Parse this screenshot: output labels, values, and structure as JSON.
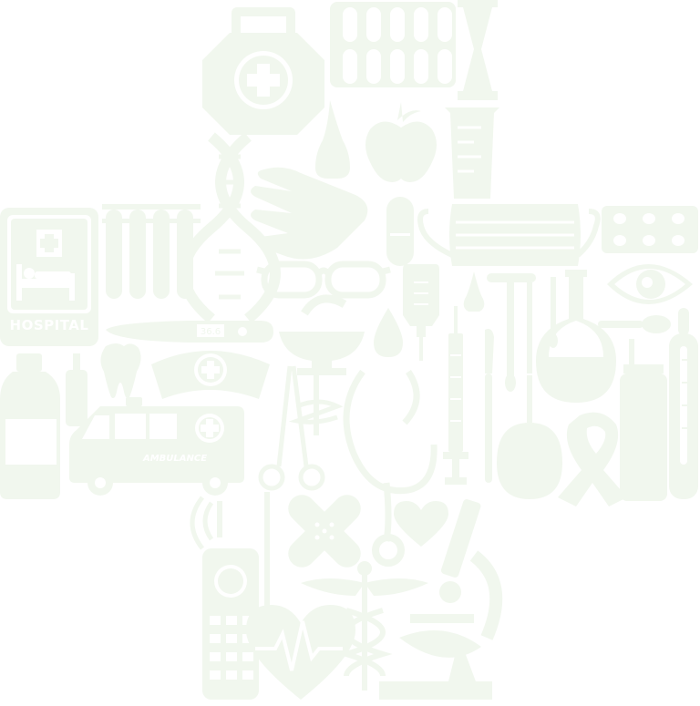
{
  "colors": {
    "icon": "#f1f7ee",
    "negative": "#ffffff"
  },
  "labels": {
    "hospital": "HOSPITAL",
    "ambulance": "AMBULANCE",
    "thermometer_reading": "36.6"
  }
}
